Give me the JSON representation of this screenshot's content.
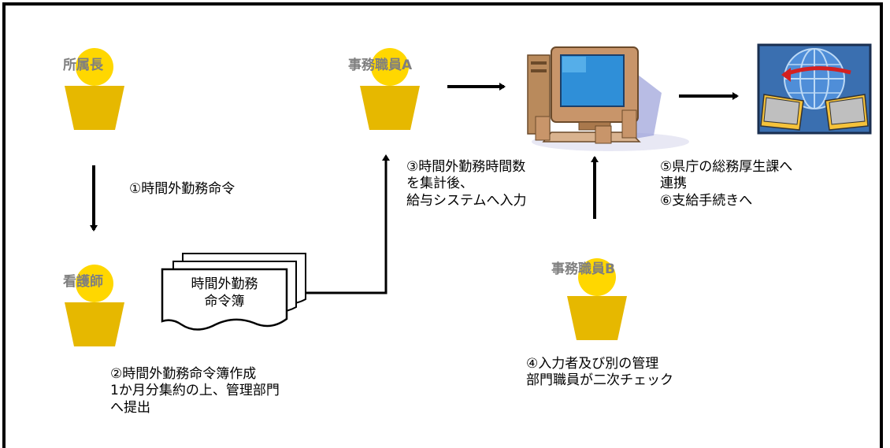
{
  "roles": {
    "shozokucho": "所属長",
    "kangoshi": "看護師",
    "jimu_a": "事務職員A",
    "jimu_b": "事務職員B"
  },
  "ledger": {
    "line1": "時間外勤務",
    "line2": "命令簿"
  },
  "steps": {
    "step1": "①時間外勤務命令",
    "step2_line1": "②時間外勤務命令簿作成",
    "step2_line2": "1か月分集約の上、管理部門",
    "step2_line3": "へ提出",
    "step3_line1": "③時間外勤務時間数",
    "step3_line2": "を集計後、",
    "step3_line3": "給与システムへ入力",
    "step4_line1": "④入力者及び別の管理",
    "step4_line2": "部門職員が二次チェック",
    "step5_line1": "⑤県庁の総務厚生課へ",
    "step5_line2": "連携",
    "step6": "⑥支給手続きへ"
  },
  "icons": [
    "person-icon",
    "computer-icon",
    "network-transfer-icon",
    "document-stack-icon",
    "arrow-icon"
  ],
  "colors": {
    "person_head": "#ffd700",
    "person_body": "#e6b800",
    "role_text": "#7f7f7f",
    "network_bg": "#3a6fb0"
  }
}
